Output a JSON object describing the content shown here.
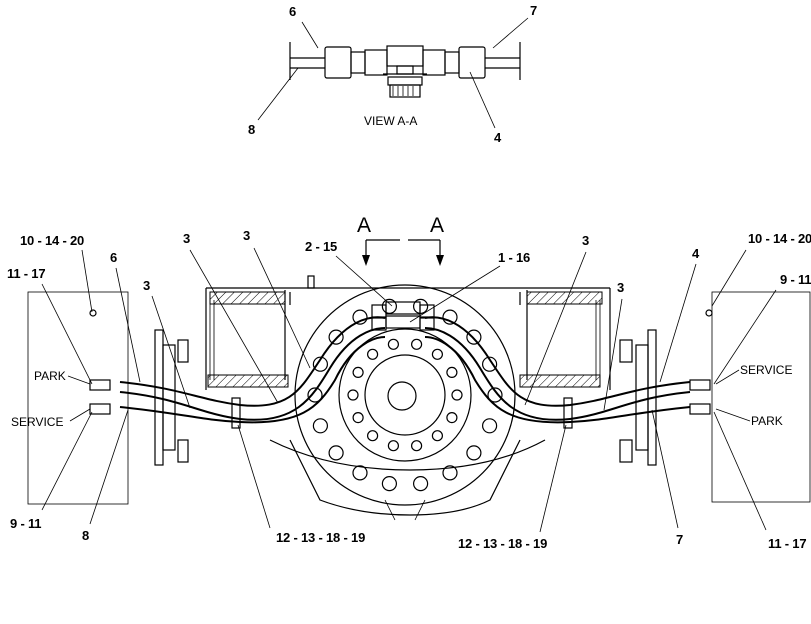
{
  "view_caption": "VIEW A-A",
  "section_marker": "A",
  "text": {
    "park": "PARK",
    "service": "SERVICE"
  },
  "callouts": {
    "c6": "6",
    "c7": "7",
    "c8": "8",
    "c4": "4",
    "c10_14_20": "10 - 14 - 20",
    "c11_17": "11 - 17",
    "c9_11": "9 - 11",
    "c3": "3",
    "c2_15": "2 - 15",
    "c1_16": "1 - 16",
    "c12_13_18_19": "12 - 13 - 18 - 19"
  }
}
